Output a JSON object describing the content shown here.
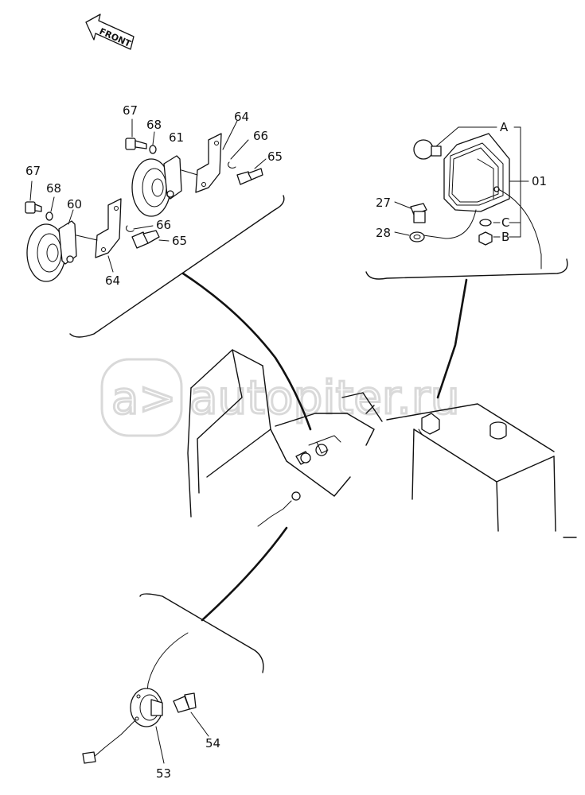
{
  "front_label": "FRONT",
  "watermark": "autopiter.ru",
  "watermark_logo": "a>",
  "callouts": {
    "p67_upper": "67",
    "p68_upper": "68",
    "p61": "61",
    "p64_upper": "64",
    "p66_upper": "66",
    "p65_upper": "65",
    "p67_lower": "67",
    "p68_lower": "68",
    "p60": "60",
    "p66_lower": "66",
    "p65_lower": "65",
    "p64_lower": "64",
    "pA": "A",
    "p01": "01",
    "p27": "27",
    "p28": "28",
    "pC": "C",
    "pB": "B",
    "p54": "54",
    "p53": "53"
  }
}
